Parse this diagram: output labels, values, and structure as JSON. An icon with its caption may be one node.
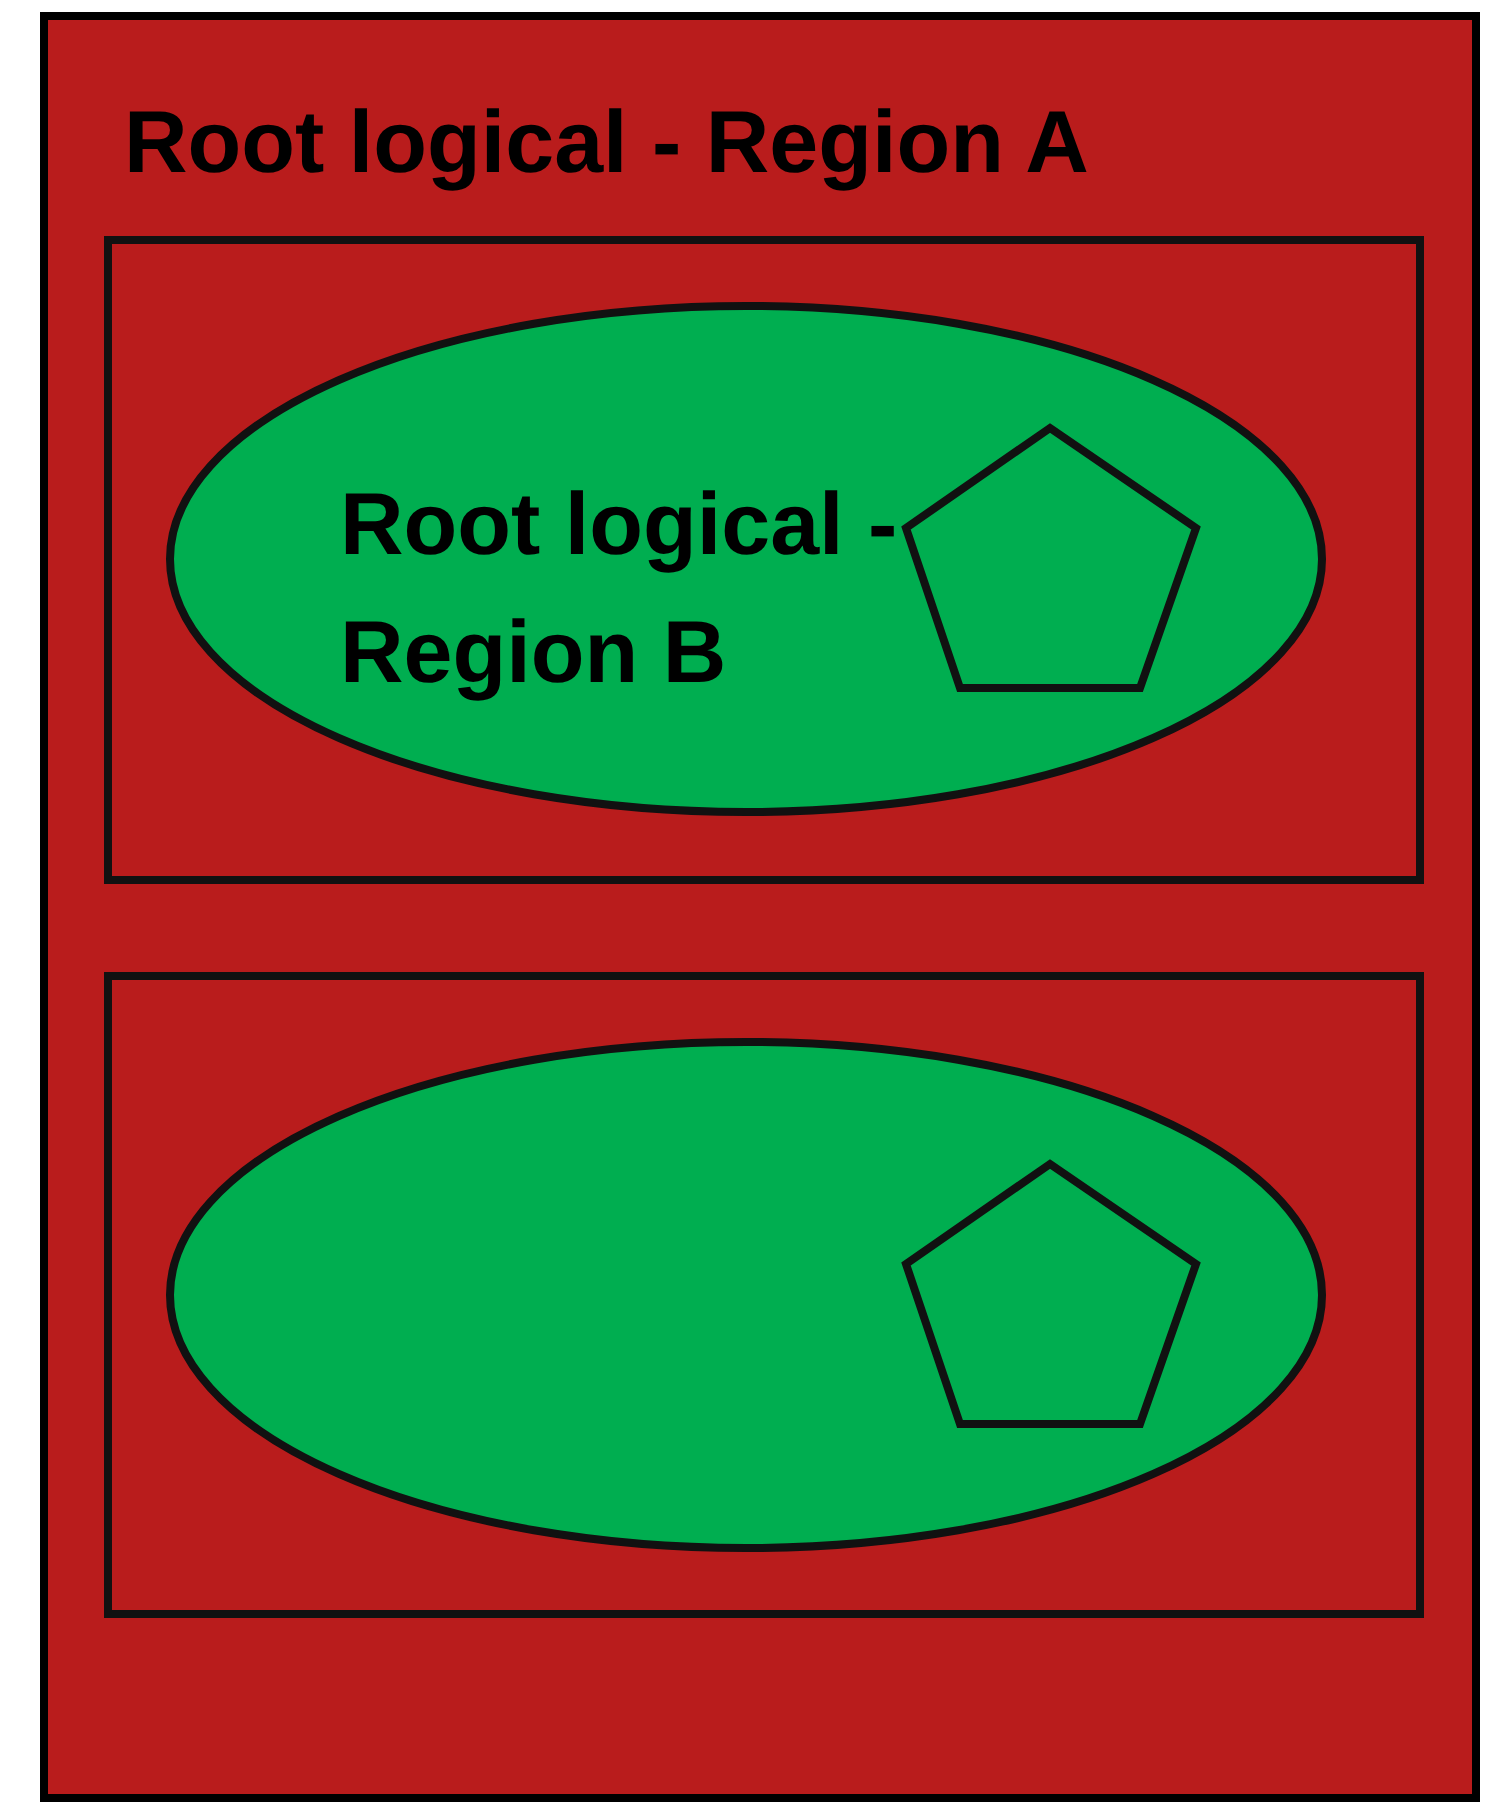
{
  "diagram": {
    "nodes": [
      {
        "text": [
          "Root logical - Region A"
        ]
      },
      {
        "text": [],
        "shape": "box",
        "in": 0
      },
      {
        "text": [
          "Root logical - Region B"
        ],
        "in": 1
      },
      {
        "text": [],
        "shape": "pentagon",
        "in": 2
      },
      {
        "text": [],
        "shape": "box",
        "in": 0
      },
      {
        "text": [],
        "shape": "ellipse",
        "in": 4
      },
      {
        "text": [],
        "shape": "pentagon",
        "in": 5
      }
    ]
  }
}
